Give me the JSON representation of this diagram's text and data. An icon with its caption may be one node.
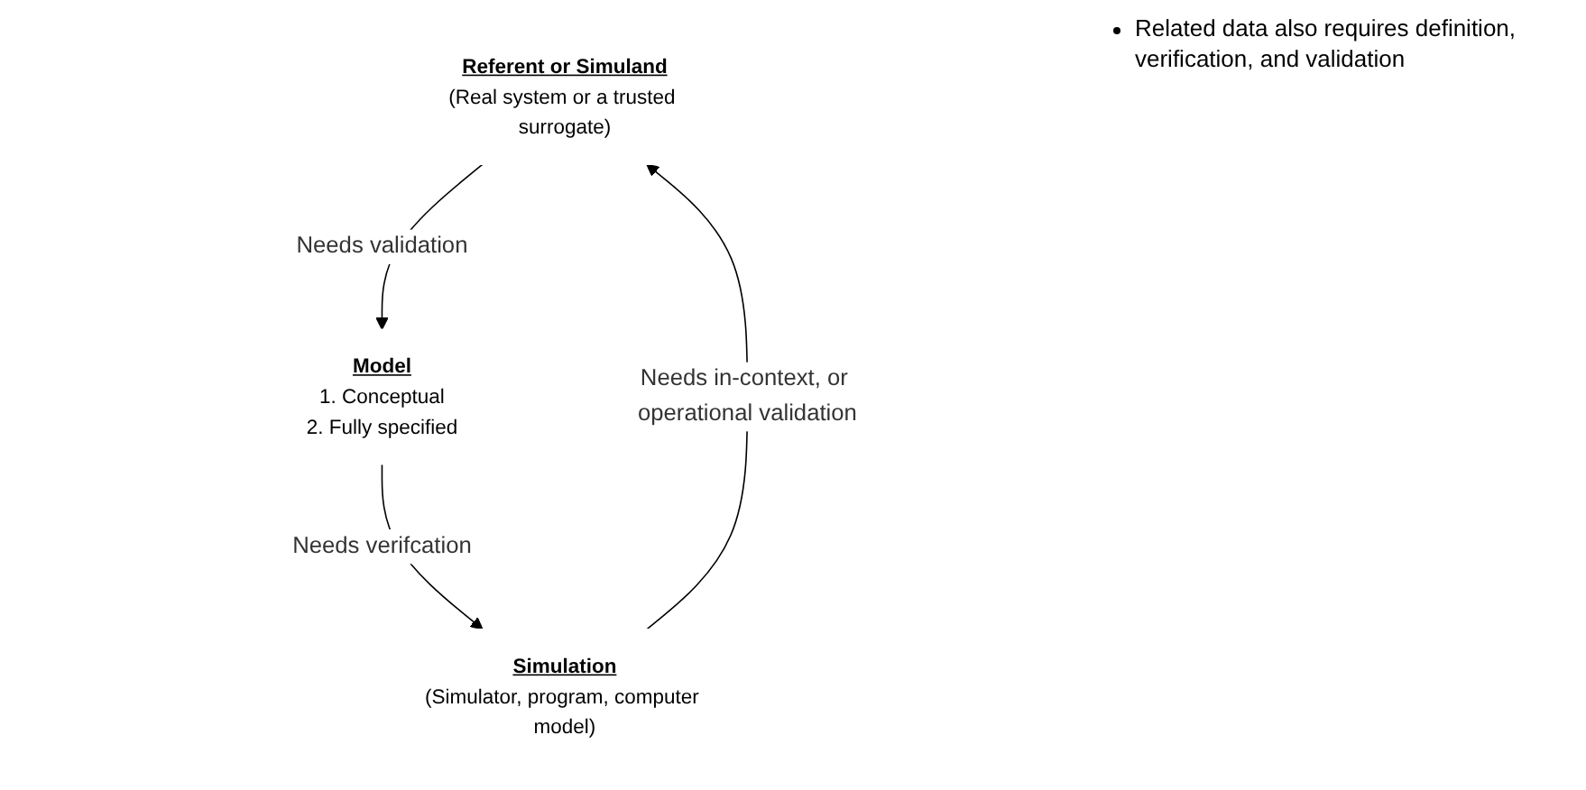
{
  "diagram": {
    "nodes": [
      {
        "text": [
          "Referent or Simuland",
          "(Real system or a trusted surrogate)"
        ]
      },
      {
        "text": [
          "Model",
          "1. Conceptual",
          "2. Fully specified"
        ]
      },
      {
        "text": [
          "Simulation",
          "(Simulator, program, computer model)"
        ]
      }
    ],
    "edges": [
      {
        "from": 2,
        "to": 0,
        "arrow": "to",
        "label": "Needs in-context, or operational validation"
      },
      {
        "from": 0,
        "to": 1,
        "arrow": "to",
        "label": "Needs validation"
      },
      {
        "from": 1,
        "to": 2,
        "arrow": "to",
        "label": "Needs verifcation"
      }
    ],
    "labels": [
      "Related data also requires definition, verification, and validation"
    ]
  }
}
